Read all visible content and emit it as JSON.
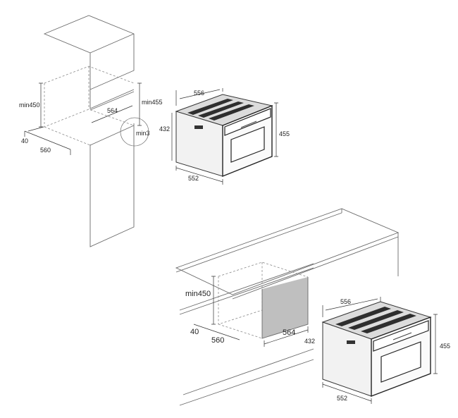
{
  "tall_cabinet": {
    "height_label": "min450",
    "width_label": "564",
    "depth_label": "560",
    "offset_label": "40",
    "opening_height_label": "min455",
    "gap_label": "min3"
  },
  "oven_top": {
    "width_label": "556",
    "front_width_label": "552",
    "depth_label": "432",
    "height_label": "455"
  },
  "counter_cabinet": {
    "height_label": "min450",
    "width_label": "564",
    "depth_label": "560",
    "offset_label": "40",
    "side_label": "432"
  },
  "oven_bottom": {
    "width_label": "556",
    "front_width_label": "552",
    "height_label": "455"
  }
}
